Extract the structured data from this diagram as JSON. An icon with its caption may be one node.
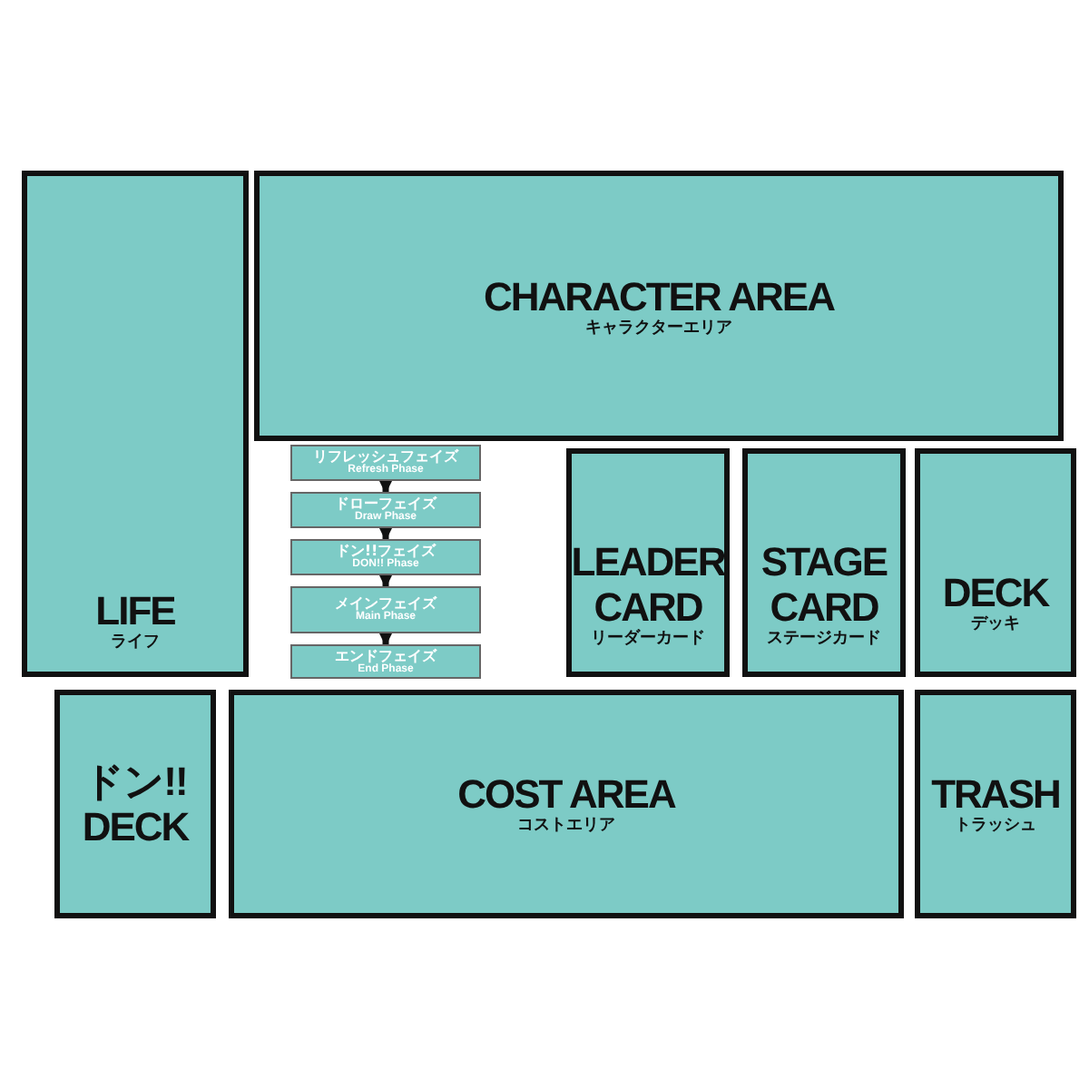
{
  "diagram": {
    "nodes": [
      {
        "text": [
          "LIFE",
          "ライフ"
        ]
      },
      {
        "text": [
          "CHARACTER AREA",
          "キャラクターエリア"
        ]
      },
      {
        "text": [
          "リフレッシュフェイズ",
          "Refresh Phase"
        ]
      },
      {
        "text": [
          "ドローフェイズ",
          "Draw Phase"
        ]
      },
      {
        "text": [
          "ドン!!フェイズ",
          "DON!! Phase"
        ]
      },
      {
        "text": [
          "メインフェイズ",
          "Main Phase"
        ]
      },
      {
        "text": [
          "エンドフェイズ",
          "End Phase"
        ]
      },
      {
        "text": [
          "LEADER CARD",
          "リーダーカード"
        ]
      },
      {
        "text": [
          "STAGE CARD",
          "ステージカード"
        ]
      },
      {
        "text": [
          "DECK",
          "デッキ"
        ]
      },
      {
        "text": [
          "ドン!! DECK"
        ]
      },
      {
        "text": [
          "COST AREA",
          "コストエリア"
        ]
      },
      {
        "text": [
          "TRASH",
          "トラッシュ"
        ]
      }
    ],
    "edges": [
      {
        "from": 2,
        "to": 3,
        "arrow": "to"
      },
      {
        "from": 3,
        "to": 4,
        "arrow": "to"
      },
      {
        "from": 4,
        "to": 5,
        "arrow": "to"
      },
      {
        "from": 5,
        "to": 6,
        "arrow": "to"
      }
    ]
  }
}
